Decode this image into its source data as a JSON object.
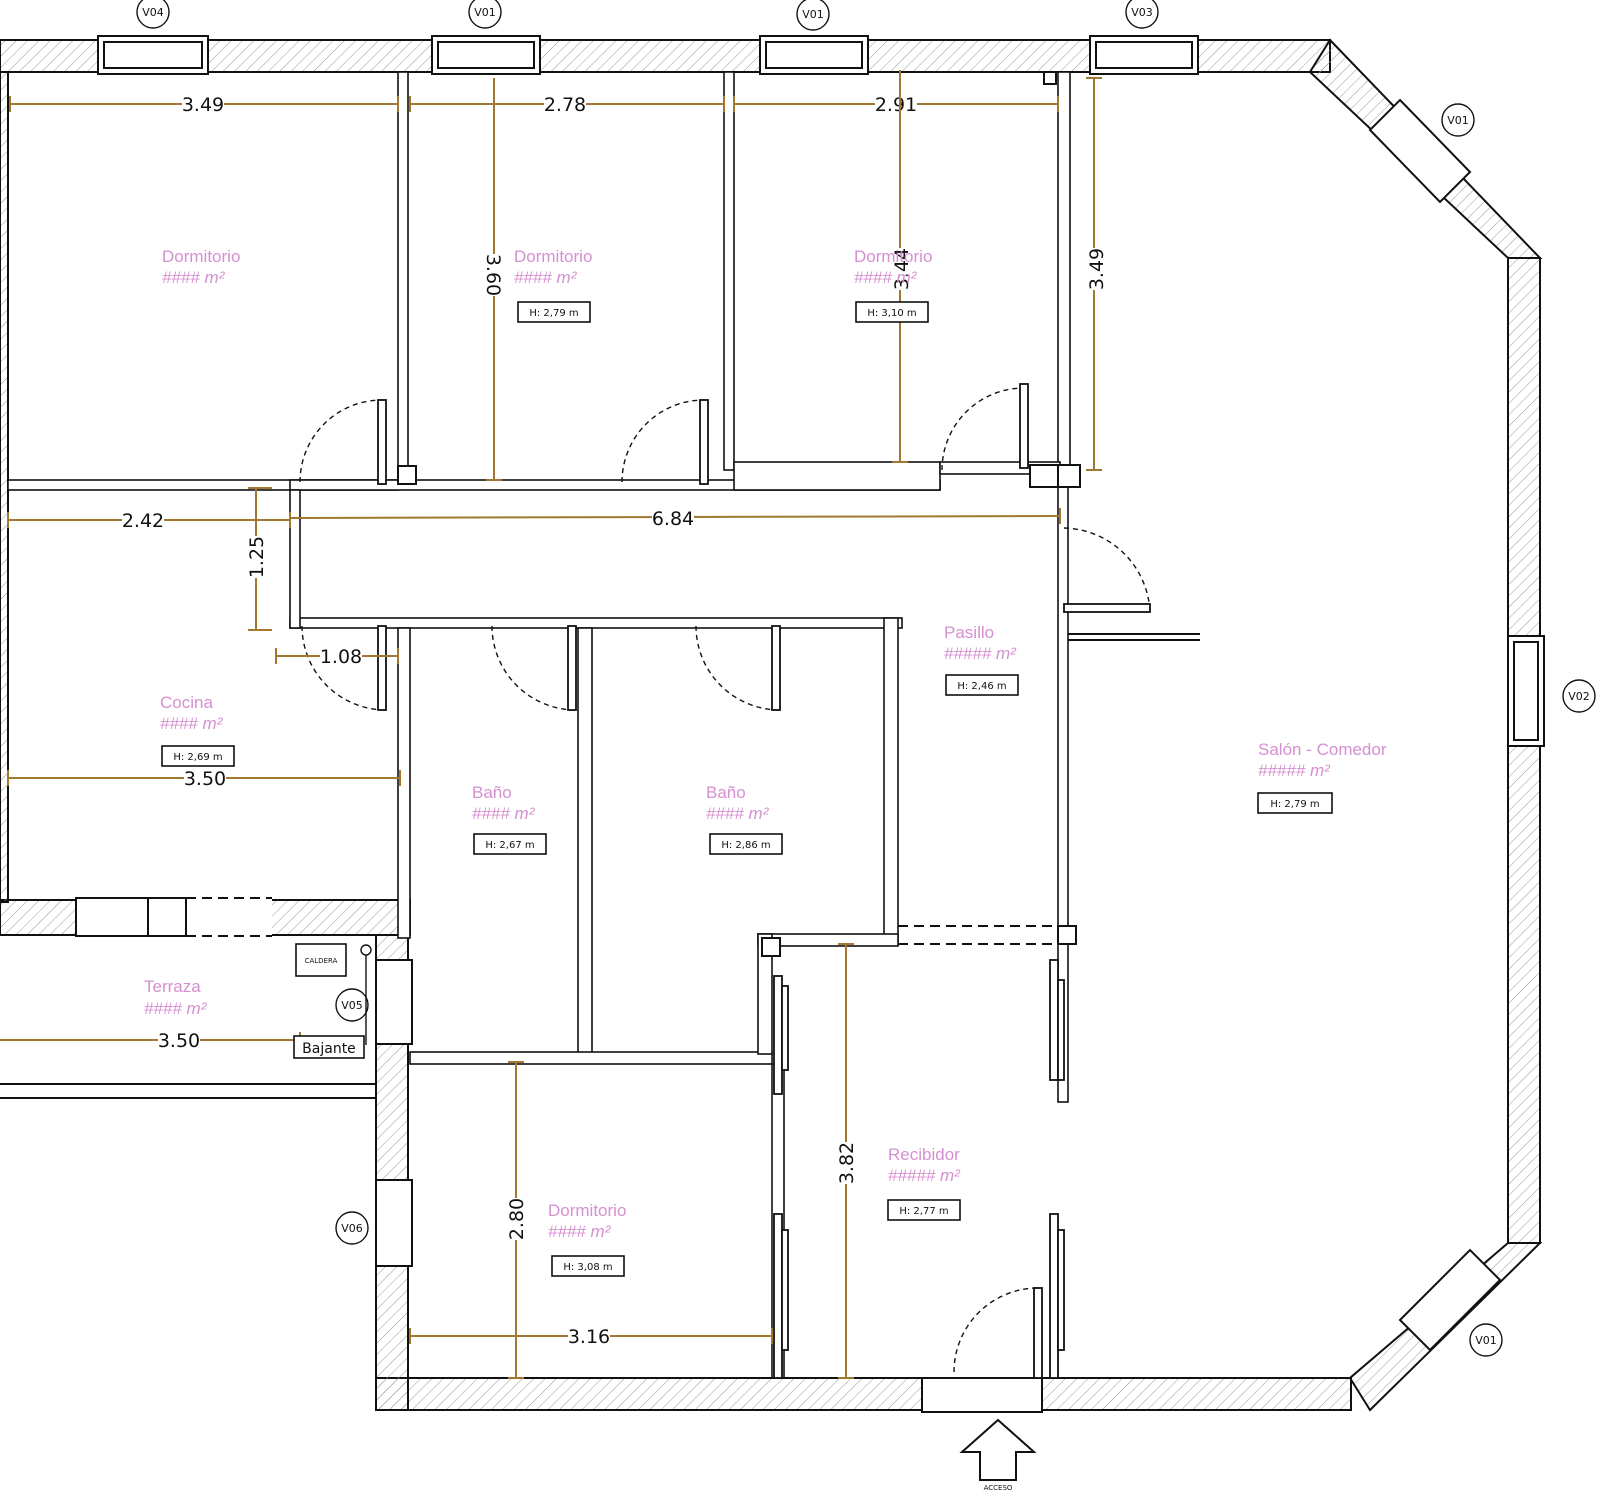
{
  "plan": {
    "window_tags": [
      "V04",
      "V01",
      "V01",
      "V03",
      "V01",
      "V02",
      "V05",
      "V06",
      "V01"
    ],
    "dimensions": [
      "3.49",
      "2.78",
      "2.91",
      "3.60",
      "3.44",
      "3.49",
      "2.42",
      "1.25",
      "6.84",
      "1.08",
      "3.50",
      "3.50",
      "2.80",
      "3.82",
      "3.16"
    ],
    "rooms": [
      {
        "name": "Dormitorio",
        "area": "#### m²",
        "height": ""
      },
      {
        "name": "Dormitorio",
        "area": "#### m²",
        "height": "H: 2,79 m"
      },
      {
        "name": "Dormitorio",
        "area": "#### m²",
        "height": "H: 3,10 m"
      },
      {
        "name": "Cocina",
        "area": "#### m²",
        "height": "H: 2,69 m"
      },
      {
        "name": "Pasillo",
        "area": "##### m²",
        "height": "H: 2,46 m"
      },
      {
        "name": "Salón - Comedor",
        "area": "##### m²",
        "height": "H: 2,79 m"
      },
      {
        "name": "Baño",
        "area": "#### m²",
        "height": "H: 2,67 m"
      },
      {
        "name": "Baño",
        "area": "#### m²",
        "height": "H: 2,86 m"
      },
      {
        "name": "Terraza",
        "area": "#### m²",
        "height": ""
      },
      {
        "name": "Recibidor",
        "area": "##### m²",
        "height": "H: 2,77 m"
      },
      {
        "name": "Dormitorio",
        "area": "#### m²",
        "height": "H: 3,08 m"
      }
    ],
    "labels": {
      "caldera": "CALDERA",
      "bajante": "Bajante",
      "acceso": "ACCESO"
    }
  }
}
